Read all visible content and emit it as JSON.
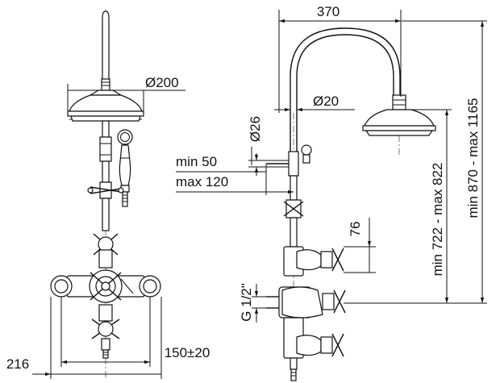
{
  "dimensions": {
    "head_diameter": "Ø200",
    "arm_reach": "370",
    "pipe_diameter": "Ø20",
    "holder_diameter": "Ø26",
    "slide_min": "min 50",
    "slide_max": "max 120",
    "spacing": "76",
    "inlet_thread": "G 1/2\"",
    "height_inner": "min 722 - max 822",
    "height_outer": "min 870 - max 1165",
    "width_overall": "216",
    "center_distance": "150±20"
  }
}
